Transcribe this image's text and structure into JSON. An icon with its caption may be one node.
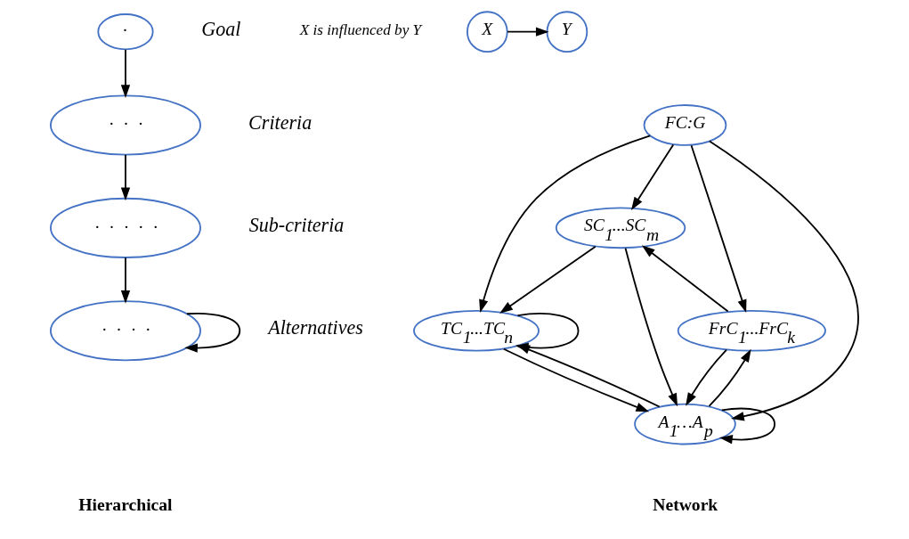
{
  "diagram": {
    "nodes": [
      {
        "text": [
          "·"
        ],
        "beside": [
          "Goal"
        ]
      },
      {
        "text": [
          "·  ·  ·"
        ],
        "beside": [
          "Criteria"
        ]
      },
      {
        "text": [
          "·  ·  ·  ·  ·"
        ],
        "beside": [
          "Sub-criteria"
        ]
      },
      {
        "text": [
          "·  ·  ·  ·"
        ],
        "beside": [
          "Alternatives"
        ]
      },
      {
        "text": [
          "FC:G"
        ]
      },
      {
        "text": [
          "SC$_{1}$...SC$_{m}$"
        ]
      },
      {
        "text": [
          "TC$_{1}$...TC$_{n}$"
        ]
      },
      {
        "text": [
          "FrC$_{1}$...FrC$_{k}$"
        ]
      },
      {
        "text": [
          "A$_{1}$…A$_{p}$"
        ]
      },
      {
        "text": [
          "X"
        ]
      },
      {
        "text": [
          "Y"
        ]
      }
    ],
    "edges": [
      {
        "from": 0,
        "to": 1,
        "arrow": "to"
      },
      {
        "from": 1,
        "to": 2,
        "arrow": "to"
      },
      {
        "from": 2,
        "to": 3,
        "arrow": "to"
      },
      {
        "from": 3,
        "to": 3,
        "arrow": "to"
      },
      {
        "from": 4,
        "to": 5,
        "arrow": "to"
      },
      {
        "from": 4,
        "to": 6,
        "arrow": "to"
      },
      {
        "from": 4,
        "to": 8,
        "arrow": "to"
      },
      {
        "from": 4,
        "to": 7,
        "arrow": "to"
      },
      {
        "from": 5,
        "to": 6,
        "arrow": "to"
      },
      {
        "from": 5,
        "to": 8,
        "arrow": "to"
      },
      {
        "from": 6,
        "to": 6,
        "arrow": "to"
      },
      {
        "from": 6,
        "to": 8,
        "arrow": "to"
      },
      {
        "from": 8,
        "to": 6,
        "arrow": "to"
      },
      {
        "from": 7,
        "to": 5,
        "arrow": "to"
      },
      {
        "from": 8,
        "to": 7,
        "arrow": "to"
      },
      {
        "from": 7,
        "to": 8,
        "arrow": "to"
      },
      {
        "from": 8,
        "to": 8,
        "arrow": "to"
      },
      {
        "from": 9,
        "to": 10,
        "arrow": "to"
      }
    ],
    "labels": [
      "X is influenced by Y",
      "Hierarchical",
      "Network"
    ]
  }
}
